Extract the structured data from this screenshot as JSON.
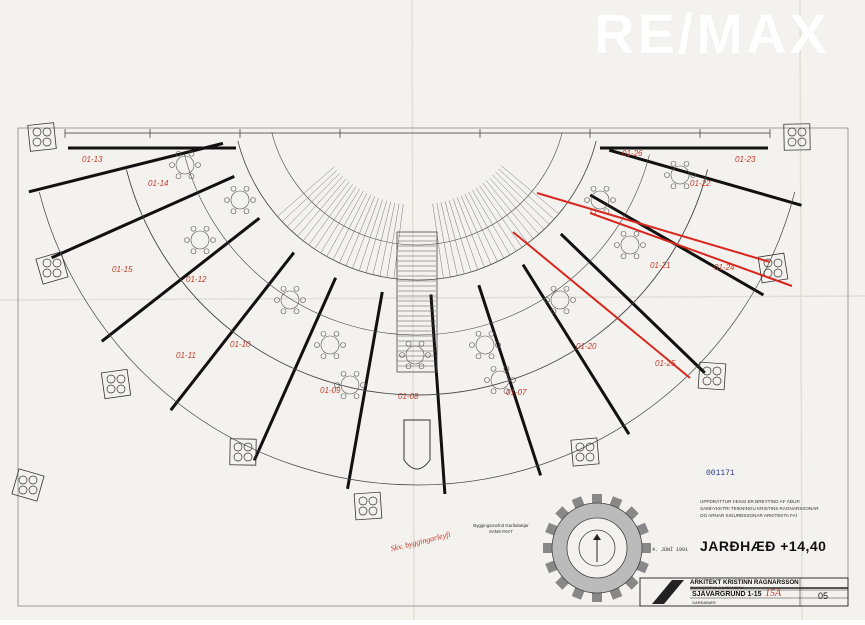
{
  "logo": {
    "text": "RE/MAX"
  },
  "drawing": {
    "floor_title": "JARÐHÆÐ +14,40",
    "architect_name": "ARKITEKT KRISTINN RAGNARSSON",
    "architect_subtitle": "TEIKNISTOFAN SAMBANDINU",
    "project": "SJÁVARGRUND 1-15",
    "project_handwritten": "15A",
    "location": "GARÐABÆR",
    "sheet_no": "05",
    "stamp_no": "001171",
    "stamp_date": "4. JÚNÍ 1991",
    "approval_lines": [
      "UPPDRÁTTUR ÞESSI ER BREYTING AF ÁÐUR",
      "SAMÞYKKTRI TEIKNINGU KRISTINS RAGNARSSONAR",
      "OG ARNAR SIGURÐSSONAR ARKITEKTA FAÍ"
    ],
    "approval_header": "Byggingarnefnd Garðabæjar",
    "approval_sub": "SAMÞYKKT",
    "handwritten_note": "Skv. byggingarleyfi",
    "unit_labels": [
      "01-13",
      "01-14",
      "01-15",
      "01-12",
      "01-11",
      "01-10",
      "01-09",
      "01-08",
      "01-07",
      "01-20",
      "01-21",
      "01-22",
      "01-23",
      "01-24",
      "01-25",
      "01-26"
    ]
  },
  "colors": {
    "paper": "#f4f2ef",
    "ink": "#222222",
    "red_markup": "#d8281e",
    "logo": "#ffffff"
  }
}
